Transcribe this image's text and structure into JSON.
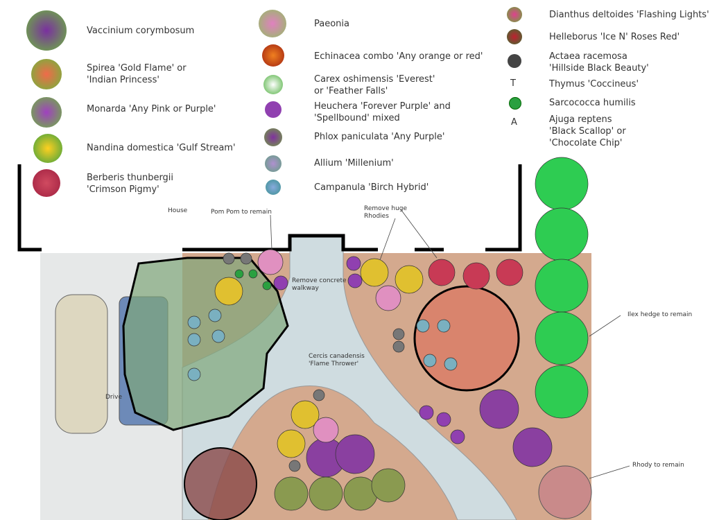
{
  "legend": {
    "col1": [
      "Vaccinium corymbosum",
      "Spirea 'Gold Flame' or\n'Indian Princess'",
      "Monarda 'Any Pink or Purple'",
      "Nandina domestica 'Gulf Stream'",
      "Berberis thunbergii\n'Crimson Pigmy'"
    ],
    "col2": [
      "Paeonia",
      "Echinacea combo 'Any orange or red'",
      "Carex oshimensis 'Everest'\nor 'Feather Falls'",
      "Heuchera 'Forever Purple' and\n'Spellbound' mixed",
      "Phlox paniculata 'Any Purple'",
      "Allium 'Millenium'",
      "Campanula 'Birch Hybrid'"
    ],
    "col3": [
      "Dianthus deltoides 'Flashing Lights'",
      "Helleborus 'Ice N' Roses Red'",
      "Actaea racemosa\n'Hillside Black Beauty'",
      "Thymus 'Coccineus'",
      "Sarcococca humilis",
      "Ajuga reptens\n'Black Scallop' or\n'Chocolate Chip'"
    ],
    "symbols": {
      "thymus": "T",
      "ajuga": "A"
    }
  },
  "labels": {
    "house": "House",
    "pompom": "Pom Pom to remain",
    "rhodies": "Remove huge\nRhodies",
    "walkway": "Remove concrete\nwalkway",
    "cercis": "Cercis canadensis\n'Flame Thrower'",
    "drive": "Drive",
    "ilex": "Ilex hedge to remain",
    "rhody": "Rhody to remain"
  },
  "colors": {
    "bed": "#d4a98e",
    "walk": "#cfdce0",
    "drive": "#e6e8e8",
    "hedge": "#2ecc52",
    "outline": "#000000"
  }
}
